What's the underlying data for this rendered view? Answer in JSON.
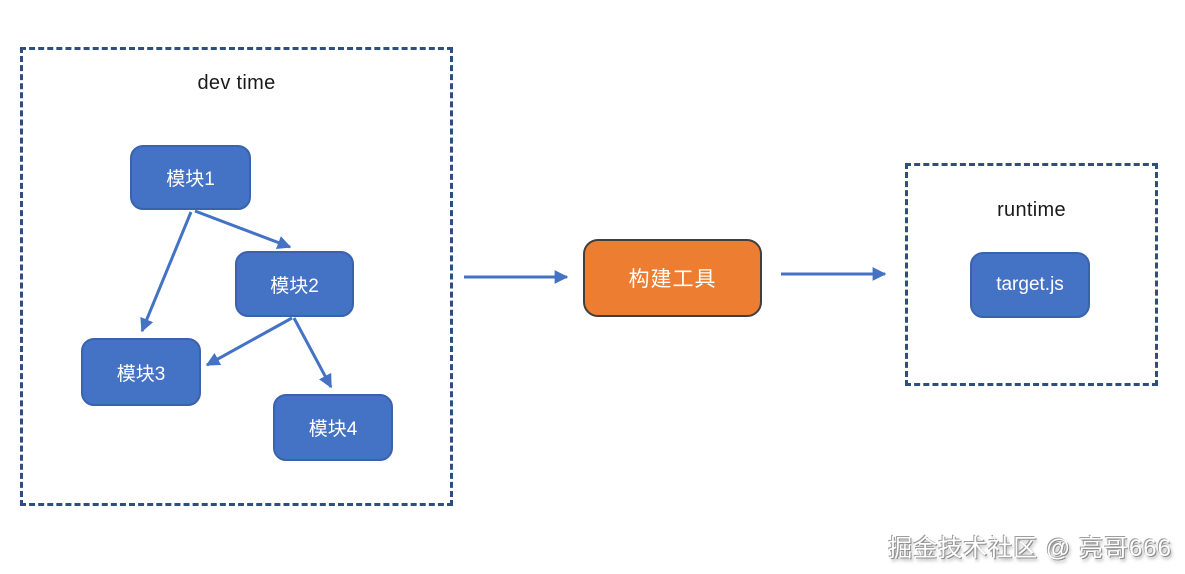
{
  "groups": {
    "dev": {
      "label": "dev time"
    },
    "runtime": {
      "label": "runtime"
    }
  },
  "nodes": {
    "module1": {
      "label": "模块1"
    },
    "module2": {
      "label": "模块2"
    },
    "module3": {
      "label": "模块3"
    },
    "module4": {
      "label": "模块4"
    },
    "build_tool": {
      "label": "构建工具"
    },
    "target": {
      "label": "target.js"
    }
  },
  "edges": [
    {
      "from": "module1",
      "to": "module2"
    },
    {
      "from": "module1",
      "to": "module3"
    },
    {
      "from": "module2",
      "to": "module3"
    },
    {
      "from": "module2",
      "to": "module4"
    },
    {
      "from": "dev-time-group",
      "to": "build_tool"
    },
    {
      "from": "build_tool",
      "to": "runtime-group"
    }
  ],
  "watermark": {
    "text": "掘金技术社区 @ 亮哥666"
  },
  "colors": {
    "node_fill": "#4472c4",
    "node_border": "#3a63ae",
    "arrow": "#4472c4",
    "group_border": "#2e4e7e",
    "tool_fill": "#ed7d31",
    "tool_border": "#3f3f3f",
    "label_text": "#1a1a1a",
    "node_text": "#ffffff"
  }
}
